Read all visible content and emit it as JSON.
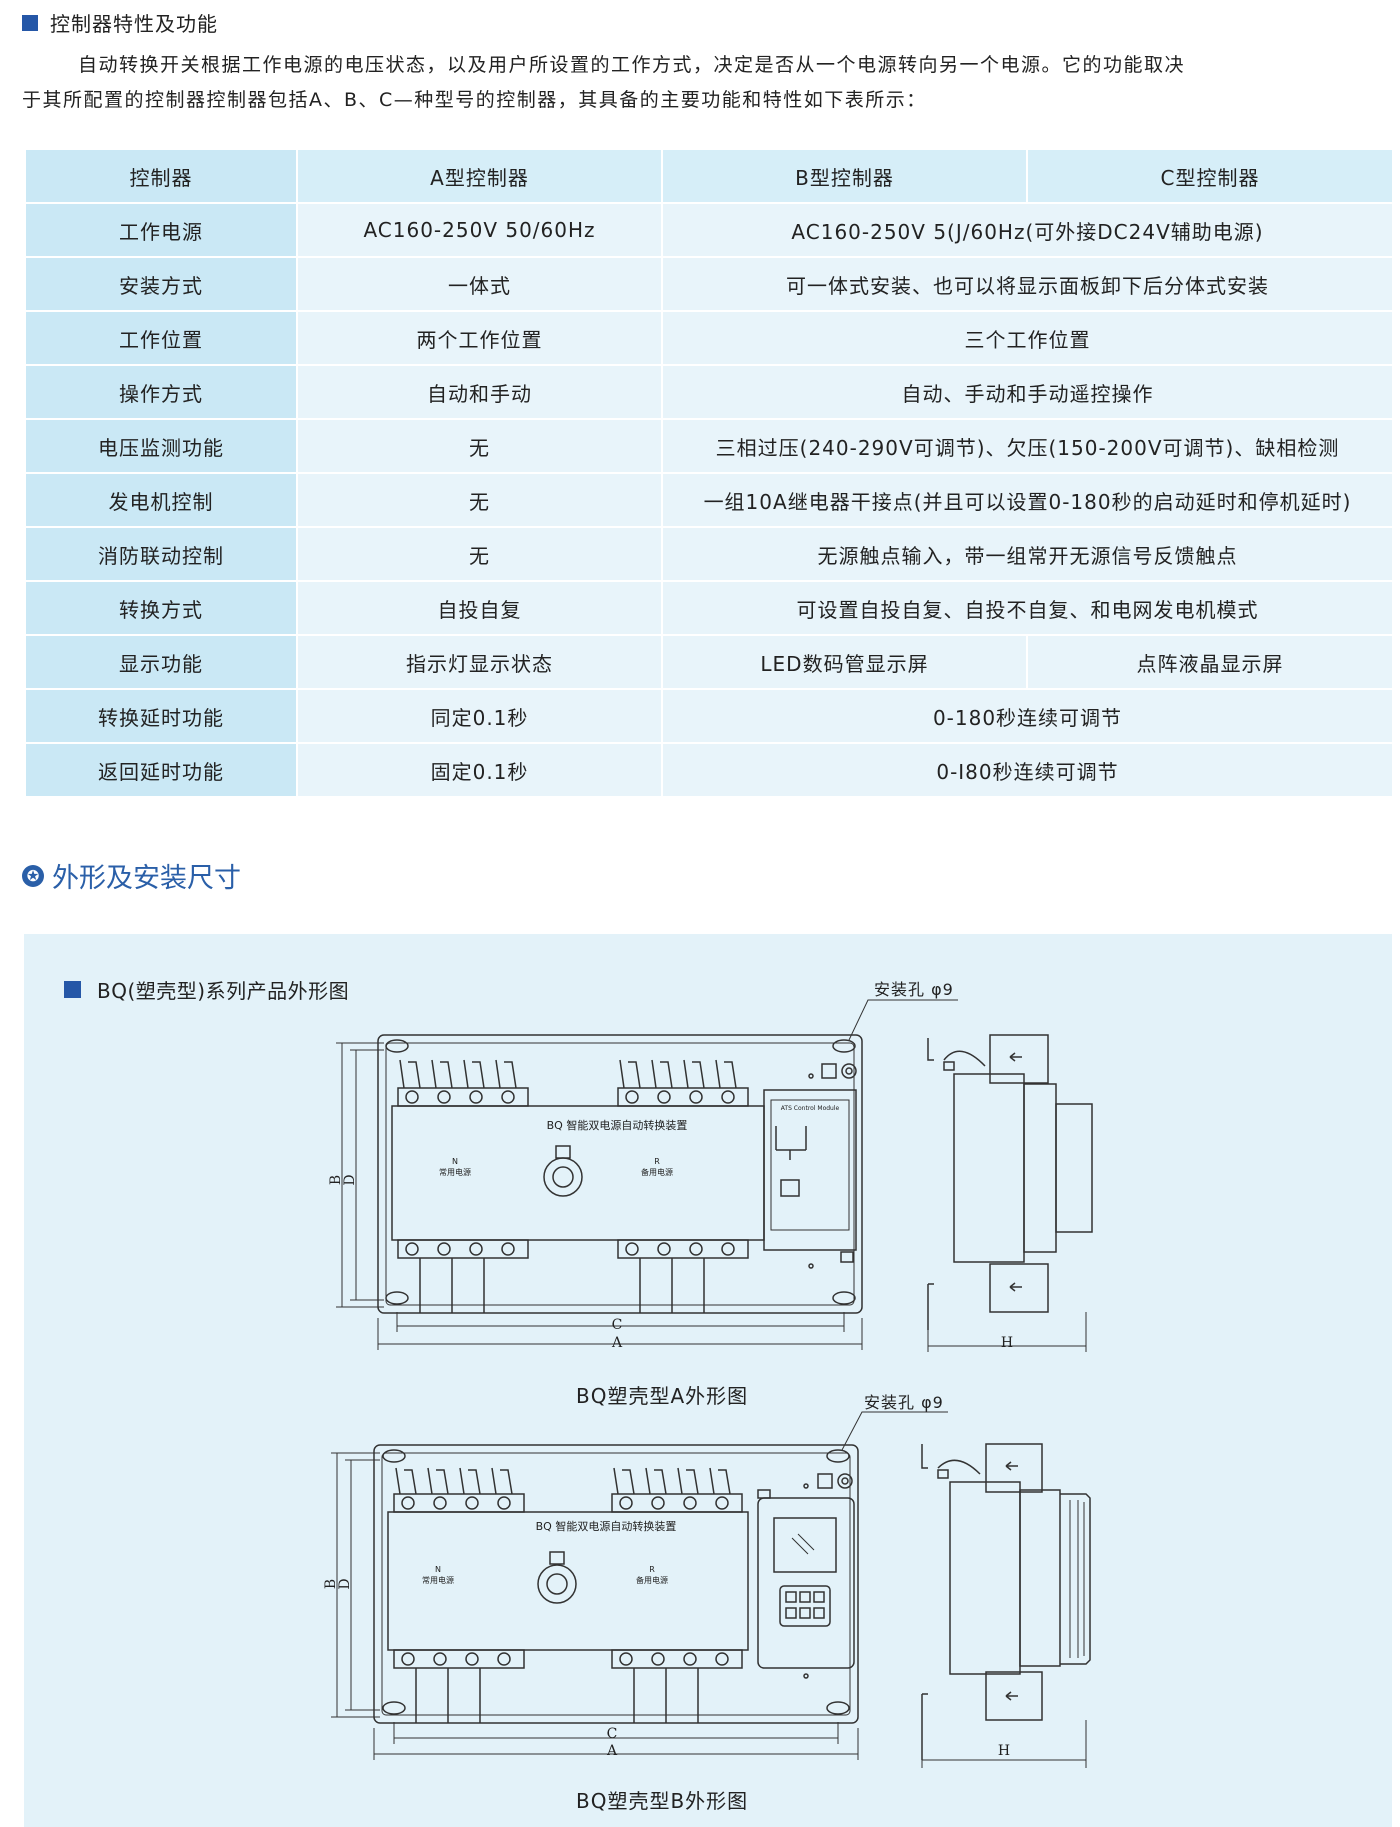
{
  "section": {
    "title": "控制器特性及功能"
  },
  "intro": {
    "line1": "自动转换开关根据工作电源的电压状态，以及用户所设置的工作方式，决定是否从一个电源转向另一个电源。它的功能取决",
    "line2": "于其所配置的控制器控制器包括A、B、C—种型号的控制器，其具备的主要功能和特性如下表所示："
  },
  "table": {
    "header": {
      "label": "控制器",
      "a": "A型控制器",
      "b": "B型控制器",
      "c": "C型控制器"
    },
    "rows": [
      {
        "label": "工作电源",
        "a": "AC160-250V 50/60Hz",
        "bc": "AC160-250V 5(J/60Hz(可外接DC24V辅助电源)"
      },
      {
        "label": "安装方式",
        "a": "一体式",
        "bc": "可一体式安装、也可以将显示面板卸下后分体式安装"
      },
      {
        "label": "工作位置",
        "a": "两个工作位置",
        "bc": "三个工作位置"
      },
      {
        "label": "操作方式",
        "a": "自动和手动",
        "bc": "自动、手动和手动遥控操作"
      },
      {
        "label": "电压监测功能",
        "a": "无",
        "bc": "三相过压(240-290V可调节)、欠压(150-200V可调节)、缺相检测"
      },
      {
        "label": "发电机控制",
        "a": "无",
        "bc": "一组10A继电器干接点(并且可以设置0-180秒的启动延时和停机延时)"
      },
      {
        "label": "消防联动控制",
        "a": "无",
        "bc": "无源触点输入，带一组常开无源信号反馈触点"
      },
      {
        "label": "转换方式",
        "a": "自投自复",
        "bc": "可设置自投自复、自投不自复、和电网发电机模式"
      },
      {
        "label": "显示功能",
        "a": "指示灯显示状态",
        "b": "LED数码管显示屏",
        "c": "点阵液晶显示屏"
      },
      {
        "label": "转换延时功能",
        "a": "同定0.1秒",
        "bc": "0-180秒连续可调节"
      },
      {
        "label": "返回延时功能",
        "a": "固定0.1秒",
        "bc": "0-I80秒连续可调节"
      }
    ]
  },
  "dimensions": {
    "title": "外形及安装尺寸",
    "figure_title": "BQ(塑壳型)系列产品外形图",
    "hole_label_a": "安装孔 φ9",
    "hole_label_b": "安装孔 φ9",
    "caption_a": "BQ塑壳型A外形图",
    "caption_b": "BQ塑壳型B外形图",
    "device_label": "BQ 智能双电源自动转换装置",
    "device_label_b": "BQ 智能双电源自动转换装置",
    "common_power": "常用电源",
    "backup_power": "备用电源",
    "n_mark": "N",
    "r_mark": "R",
    "ats_label": "ATS Control Module",
    "dim_letters": {
      "a": "A",
      "b": "B",
      "c": "C",
      "d": "D",
      "h": "H"
    }
  },
  "colors": {
    "accent": "#2557a7",
    "title_blue": "#2a5fa8",
    "panel_bg": "#e3f2f9",
    "header_cell": "#cae8f5",
    "body_cell": "#e8f4fa"
  }
}
